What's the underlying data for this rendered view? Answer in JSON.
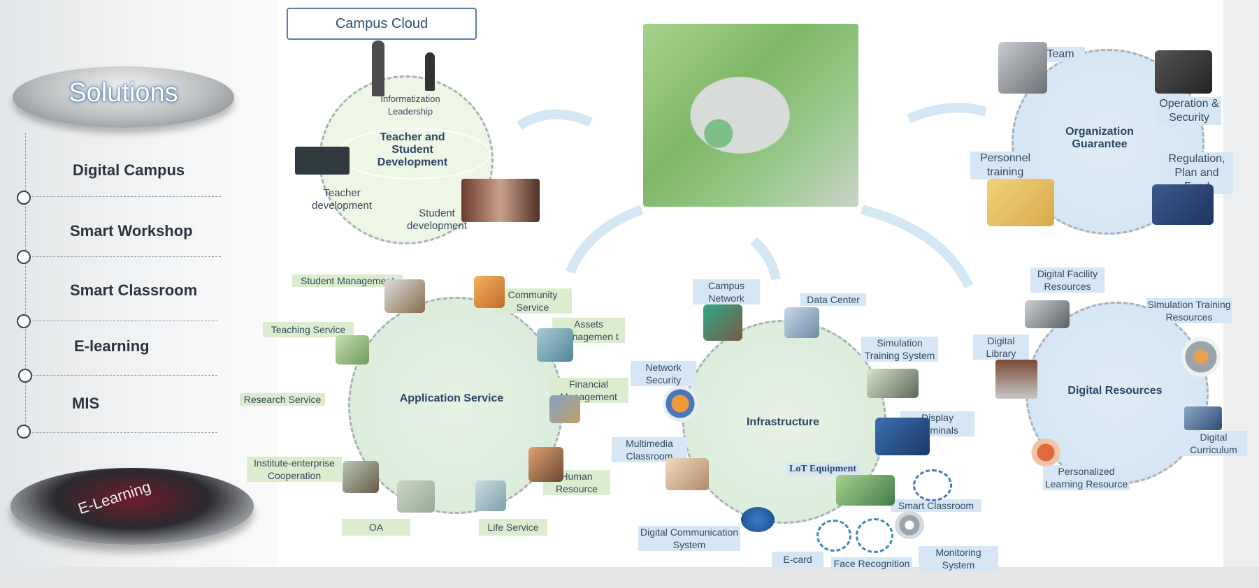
{
  "sidebar": {
    "title": "Solutions",
    "items": [
      "Digital Campus",
      "Smart Workshop",
      "Smart Classroom",
      "E-learning",
      "MIS"
    ],
    "disk_text": "E-Learning"
  },
  "campus_cloud": "Campus Cloud",
  "teacher": {
    "center": "Teacher and Student Development",
    "leadership": "Informatization Leadership",
    "teacher_dev": "Teacher development",
    "student_dev": "Student development"
  },
  "organization": {
    "center": "Organization Guarantee",
    "team": "Team",
    "operation": "Operation & Security",
    "personnel": "Personnel training",
    "regulation": "Regulation, Plan and Fund"
  },
  "application": {
    "center": "Application Service",
    "student_mgmt": "Student Management",
    "community": "Community Service",
    "teaching": "Teaching Service",
    "assets": "Assets Managemen t",
    "financial": "Financial Management",
    "research": "Research Service",
    "institute": "Institute-enterprise Cooperation",
    "human": "Human Resource",
    "oa": "OA",
    "life": "Life Service"
  },
  "infrastructure": {
    "center": "Infrastructure",
    "campus_network": "Campus Network",
    "data_center": "Data Center",
    "network_security": "Network Security",
    "simulation": "Simulation Training System",
    "multimedia": "Multimedia Classroom",
    "display": "Display Terminals",
    "lot": "LoT Equipment",
    "smart_classroom": "Smart Classroom",
    "digital_comm": "Digital Communication System",
    "ecard": "E-card",
    "face": "Face Recognition",
    "monitoring": "Monitoring System"
  },
  "resources": {
    "center": "Digital Resources",
    "facility": "Digital Facility Resources",
    "simulation": "Simulation Training Resources",
    "library": "Digital Library",
    "curriculum": "Digital Curriculum",
    "personalized": "Personalized Learning Resource"
  }
}
